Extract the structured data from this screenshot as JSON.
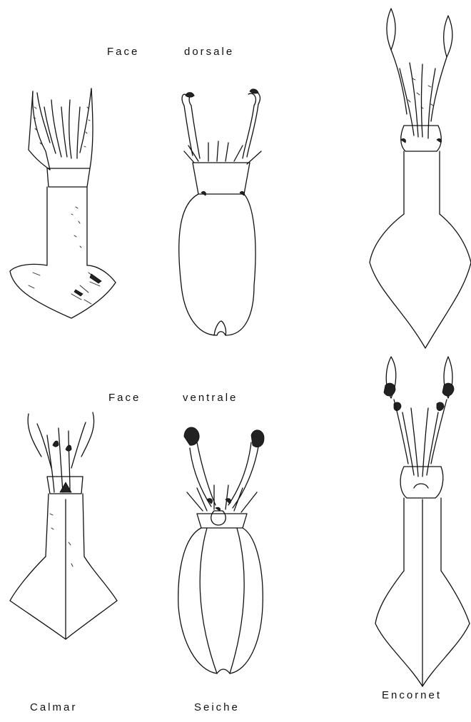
{
  "labels": {
    "dorsal_face": "Face",
    "dorsal_side": "dorsale",
    "ventral_face": "Face",
    "ventral_side": "ventrale",
    "calmar": "Calmar",
    "seiche": "Seiche",
    "encornet": "Encornet"
  }
}
